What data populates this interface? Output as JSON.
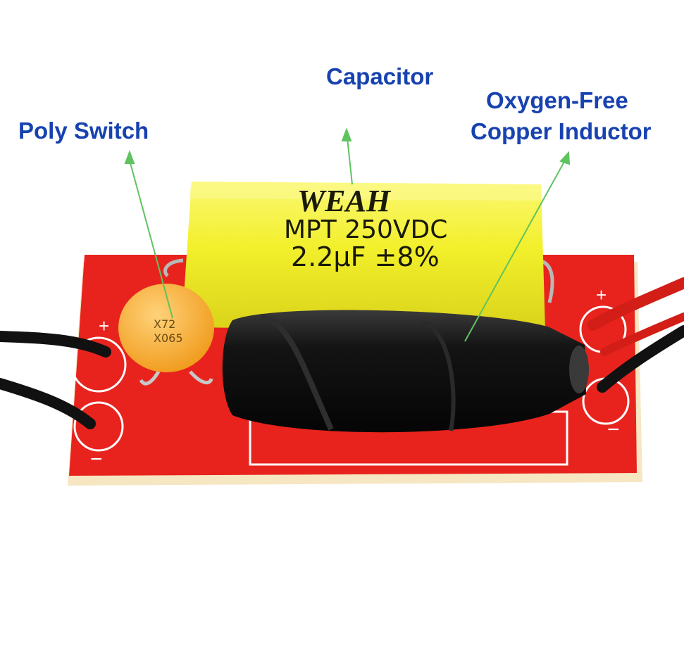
{
  "callouts": {
    "poly_switch": "Poly Switch",
    "capacitor": "Capacitor",
    "inductor_line1": "Oxygen-Free",
    "inductor_line2": "Copper Inductor"
  },
  "capacitor_print": {
    "brand": "WEAH",
    "rating": "MPT 250VDC",
    "value": "2.2μF ±8%"
  },
  "polyswitch_print": {
    "line1": "X72",
    "line2": "X065"
  },
  "pcb_marks": {
    "plus": "+",
    "minus": "−"
  },
  "colors": {
    "callout_text": "#1742b0",
    "arrow": "#5fc35f",
    "pcb_red": "#e8231d",
    "capacitor_yellow": "#f2ef2b",
    "polyswitch_orange": "#f5a623",
    "inductor_black": "#111111"
  }
}
